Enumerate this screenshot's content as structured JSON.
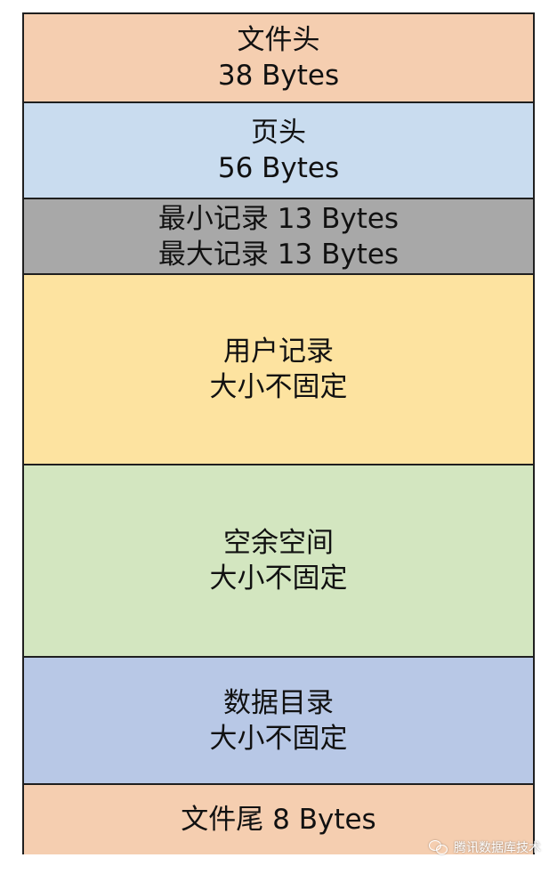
{
  "colors": {
    "file_header": "#f5ceb0",
    "page_header": "#c9dcef",
    "infimum_supremum": "#a8a8a8",
    "user_records": "#fde3a0",
    "free_space": "#d3e6c0",
    "page_directory": "#b8c8e6",
    "file_trailer": "#f5ceb0",
    "border": "#1f1f1f"
  },
  "sections": {
    "file_header": {
      "line1": "文件头",
      "line2": "38 Bytes"
    },
    "page_header": {
      "line1": "页头",
      "line2": "56 Bytes"
    },
    "infimum_supremum": {
      "line1": "最小记录 13 Bytes",
      "line2": "最大记录 13 Bytes"
    },
    "user_records": {
      "line1": "用户记录",
      "line2": "大小不固定"
    },
    "free_space": {
      "line1": "空余空间",
      "line2": "大小不固定"
    },
    "page_directory": {
      "line1": "数据目录",
      "line2": "大小不固定"
    },
    "file_trailer": {
      "line1": "文件尾 8 Bytes"
    }
  },
  "watermark": {
    "icon": "wechat-icon",
    "text": "腾讯数据库技术"
  }
}
